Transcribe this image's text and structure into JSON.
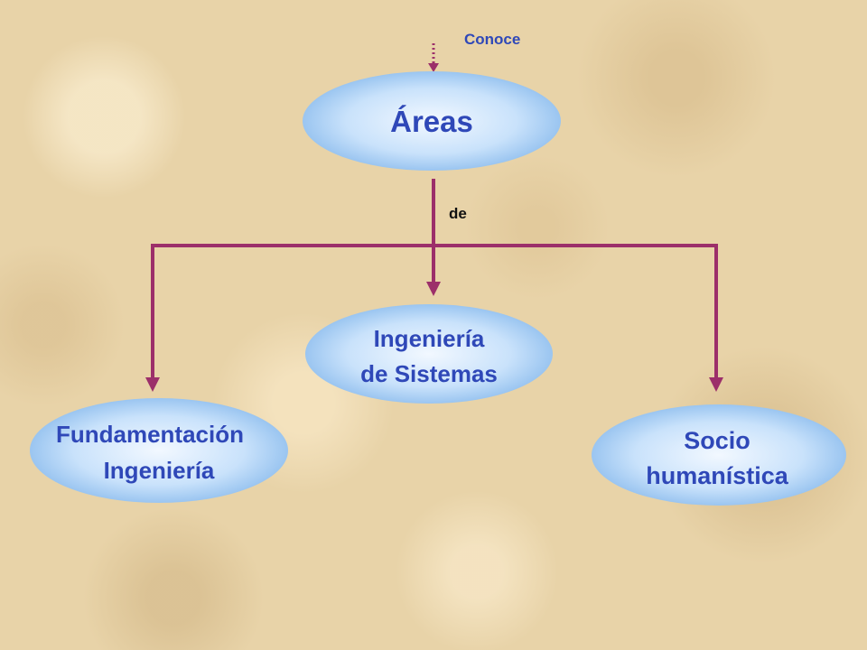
{
  "colors": {
    "connector": "#9c2f6a",
    "node_text": "#2f48b8",
    "node_fill_light": "#f2f8ff",
    "node_fill_dark": "#7fb4ea"
  },
  "diagram": {
    "top_link_label": "Conoce",
    "root": {
      "label": "Áreas"
    },
    "branch_label": "de",
    "children": [
      {
        "label_lines": [
          "Fundamentación",
          "Ingeniería"
        ]
      },
      {
        "label_lines": [
          "Ingeniería",
          "de Sistemas"
        ]
      },
      {
        "label_lines": [
          "Socio",
          "humanística"
        ]
      }
    ]
  }
}
